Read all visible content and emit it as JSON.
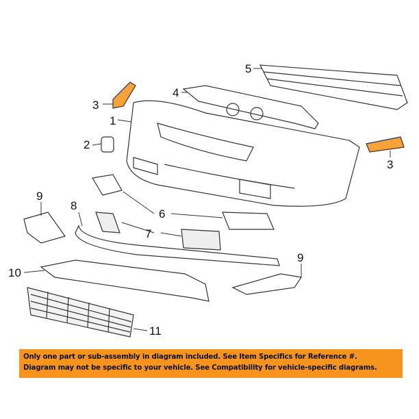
{
  "colors": {
    "banner": "#f7941d",
    "highlight": "#f7a23b",
    "line": "#333333"
  },
  "callouts": {
    "c1": "1",
    "c2": "2",
    "c3a": "3",
    "c3b": "3",
    "c4": "4",
    "c5": "5",
    "c6": "6",
    "c7": "7",
    "c8": "8",
    "c9a": "9",
    "c9b": "9",
    "c10": "10",
    "c11": "11"
  },
  "banner": {
    "line1": "Only one part or sub-assembly in diagram included. See Item Specifics for Reference #.",
    "line2": "Diagram may not be specific to your vehicle. See Compatibility for vehicle-specific diagrams."
  }
}
